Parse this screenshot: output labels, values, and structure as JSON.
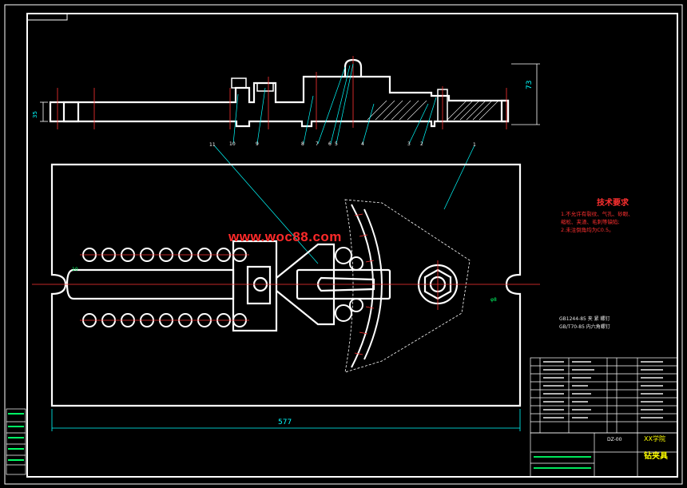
{
  "drawing": {
    "watermark": "www.woc88.com",
    "tech_requirements": {
      "title": "技术要求",
      "lines": [
        "1.不允许有裂纹、气孔、砂眼、",
        "  缩松、夹渣、毛刺等缺陷;",
        "2.未注倒角均为C0.5。"
      ]
    },
    "standards": [
      "GB1244-85  夹 紧 螺钉",
      "GB/T70-85  内六角螺钉"
    ],
    "dimensions": {
      "overall_length": "577",
      "height": "73",
      "plate_thickness": "35",
      "hole_left": "10",
      "hole_right": "φ8"
    },
    "balloons_top": [
      "10",
      "9",
      "8",
      "7",
      "6",
      "5",
      "4",
      "3",
      "2"
    ],
    "balloon_11": "11",
    "balloon_1": "1",
    "title_block": {
      "product_name": "钻夹具",
      "school": "XX学院",
      "model": "DZ-00"
    },
    "colors": {
      "background": "#000000",
      "outline": "#ffffff",
      "centerline": "#ff3333",
      "leader": "#00ffff",
      "text_red": "#ff3030",
      "text_yellow": "#ffff00",
      "text_green": "#00ff66"
    }
  }
}
